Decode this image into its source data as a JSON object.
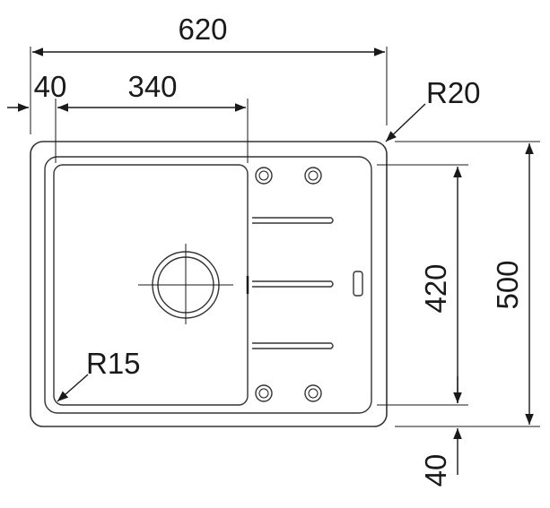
{
  "dimensions": {
    "overall_width": "620",
    "left_margin": "40",
    "bowl_width": "340",
    "corner_radius_outer": "R20",
    "corner_radius_bowl": "R15",
    "inner_height": "420",
    "overall_height": "500",
    "bottom_margin": "40"
  },
  "colors": {
    "line": "#1a1a1a",
    "background": "#ffffff"
  }
}
